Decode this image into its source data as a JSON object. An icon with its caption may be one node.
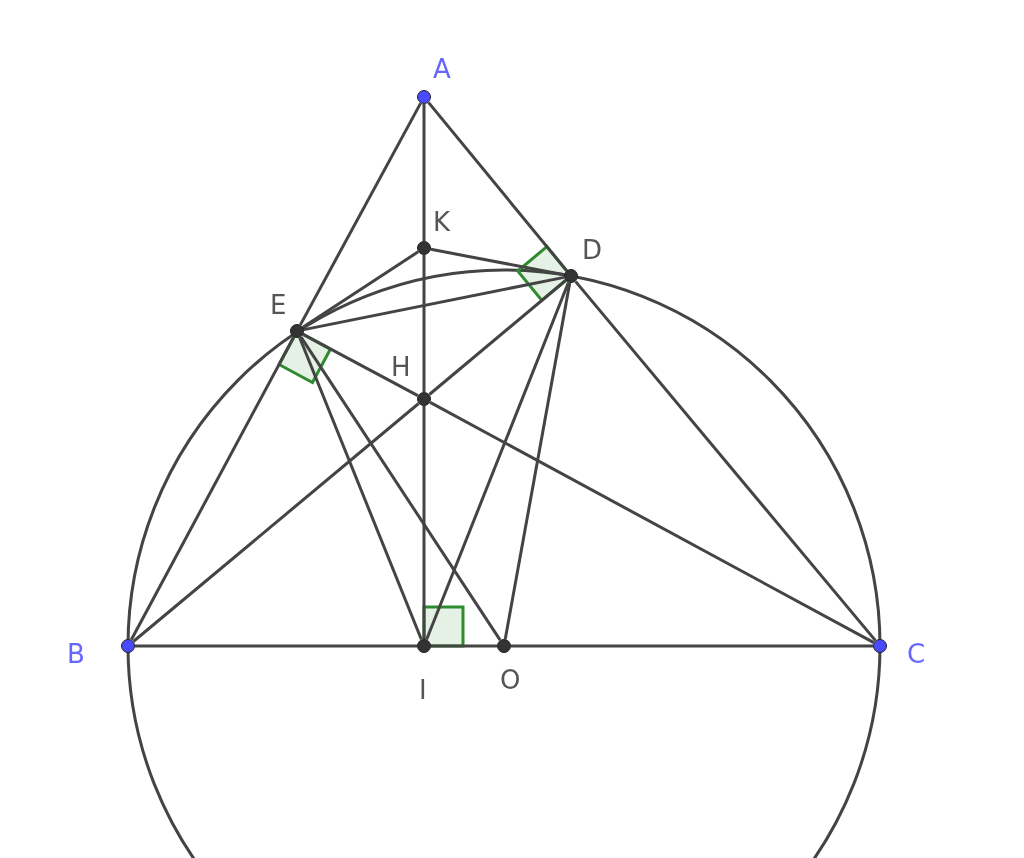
{
  "diagram": {
    "nodes": [
      {
        "text": [
          "A"
        ]
      },
      {
        "text": [
          "K"
        ]
      },
      {
        "text": [
          "D"
        ]
      },
      {
        "text": [
          "E"
        ]
      },
      {
        "text": [
          "H"
        ]
      },
      {
        "text": [
          "B"
        ]
      },
      {
        "text": [
          "I"
        ]
      },
      {
        "text": [
          "O"
        ]
      },
      {
        "text": [
          "C"
        ]
      }
    ],
    "edges": [
      {
        "from": 0,
        "to": 3,
        "arrow": "none"
      },
      {
        "from": 3,
        "to": 5,
        "arrow": "none"
      },
      {
        "from": 0,
        "to": 2,
        "arrow": "none"
      },
      {
        "from": 2,
        "to": 8,
        "arrow": "none"
      },
      {
        "from": 0,
        "to": 1,
        "arrow": "none"
      },
      {
        "from": 1,
        "to": 4,
        "arrow": "none"
      },
      {
        "from": 4,
        "to": 6,
        "arrow": "none"
      },
      {
        "from": 5,
        "to": 6,
        "arrow": "none"
      },
      {
        "from": 6,
        "to": 7,
        "arrow": "none"
      },
      {
        "from": 7,
        "to": 8,
        "arrow": "none"
      },
      {
        "from": 5,
        "to": 4,
        "arrow": "none"
      },
      {
        "from": 4,
        "to": 2,
        "arrow": "none"
      },
      {
        "from": 3,
        "to": 4,
        "arrow": "none"
      },
      {
        "from": 4,
        "to": 8,
        "arrow": "none"
      },
      {
        "from": 3,
        "to": 1,
        "arrow": "none"
      },
      {
        "from": 1,
        "to": 2,
        "arrow": "none"
      },
      {
        "from": 3,
        "to": 2,
        "arrow": "none"
      },
      {
        "from": 3,
        "to": 6,
        "arrow": "none"
      },
      {
        "from": 3,
        "to": 7,
        "arrow": "none"
      },
      {
        "from": 2,
        "to": 6,
        "arrow": "none"
      },
      {
        "from": 2,
        "to": 7,
        "arrow": "none"
      }
    ]
  }
}
